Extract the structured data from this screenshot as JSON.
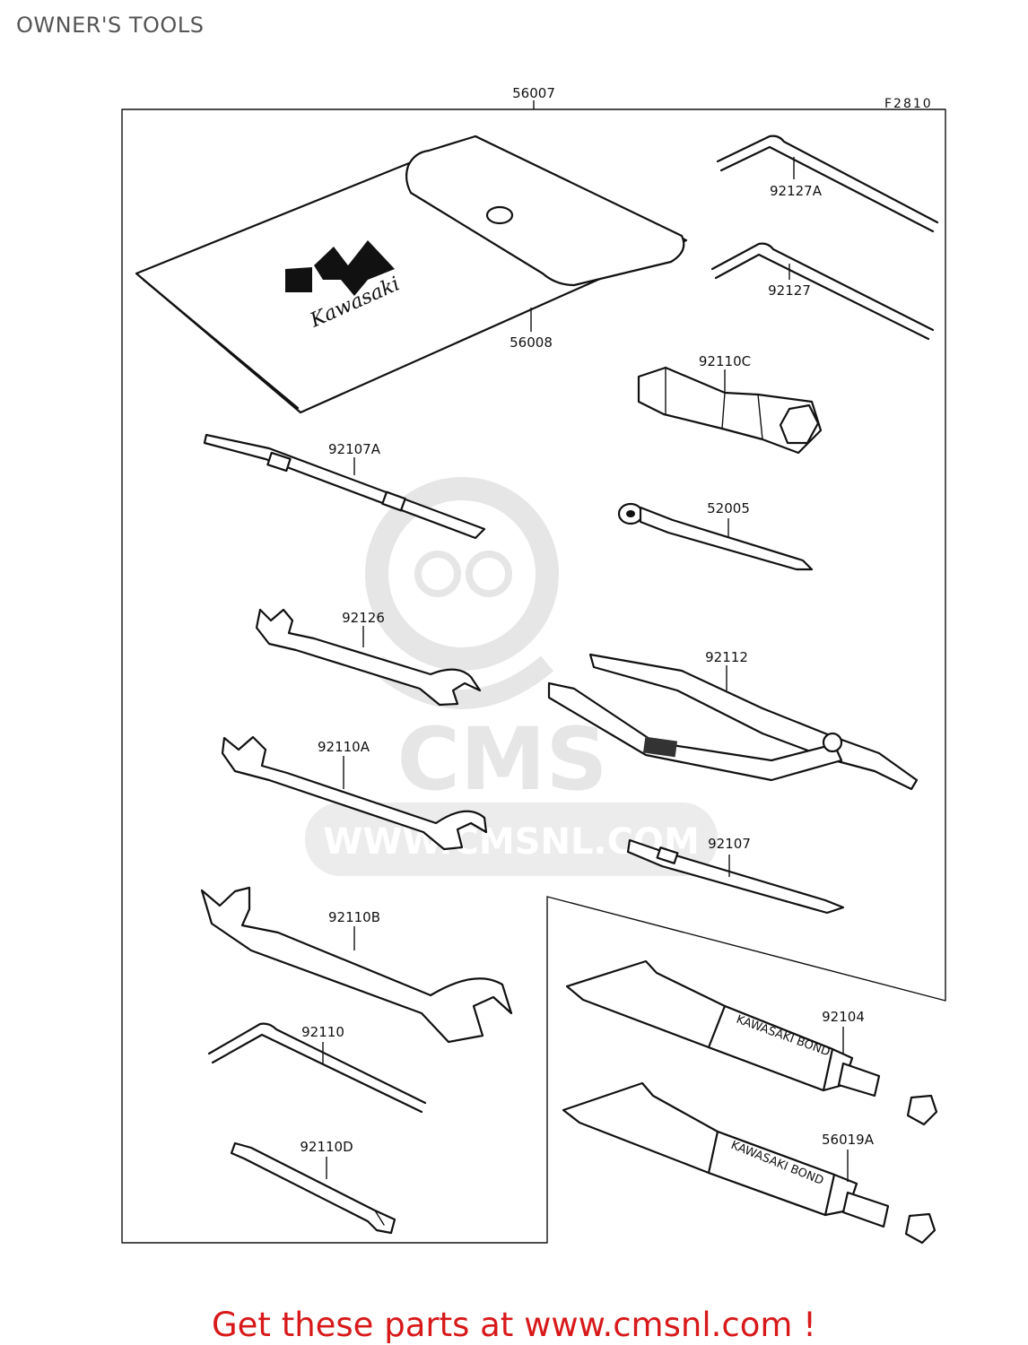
{
  "page": {
    "title": "OWNER'S TOOLS"
  },
  "diagram": {
    "figure_code": "F2810",
    "watermark": {
      "logo_text": "CMS",
      "url_text": "WWW.CMSNL.COM"
    },
    "parts": {
      "p56007": "56007",
      "p56008": "56008",
      "p92127A": "92127A",
      "p92127": "92127",
      "p92110C": "92110C",
      "p92107A": "92107A",
      "p52005": "52005",
      "p92126": "92126",
      "p92112": "92112",
      "p92110A": "92110A",
      "p92107": "92107",
      "p92110B": "92110B",
      "p92104": "92104",
      "p92110": "92110",
      "p56019A": "56019A",
      "p92110D": "92110D"
    },
    "pouch_brand": "Kawasaki",
    "tube_text": "KAWASAKI BOND"
  },
  "footer": {
    "text": "Get these parts at www.cmsnl.com !"
  },
  "colors": {
    "footer": "#d8191a",
    "watermark": "#e6e6e6",
    "line": "#111111"
  }
}
